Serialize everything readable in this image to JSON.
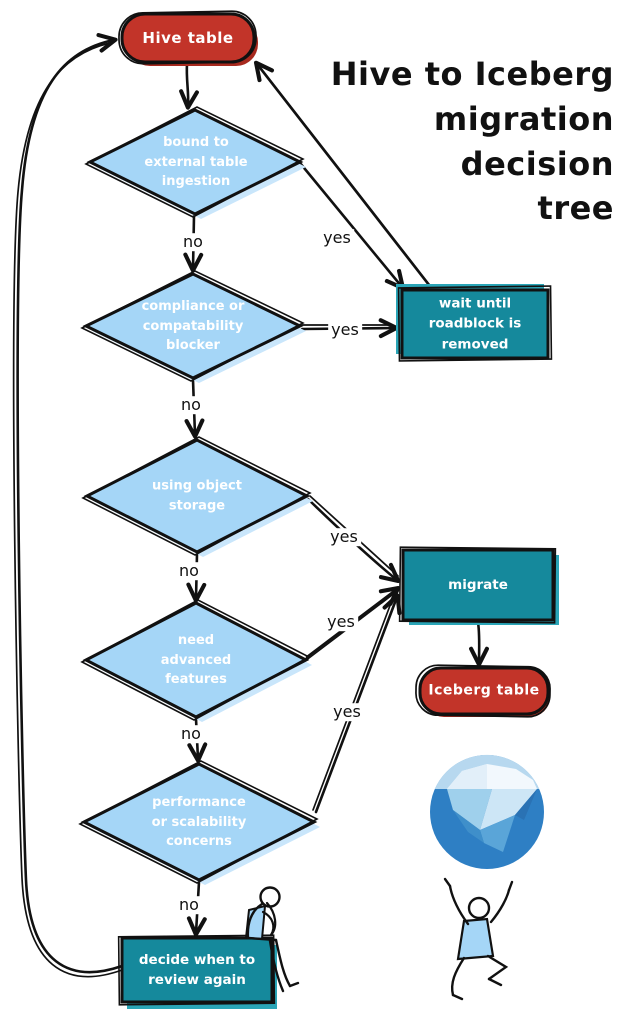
{
  "title": {
    "text": "Hive to Iceberg\nmigration\ndecision\ntree"
  },
  "nodes": {
    "hive": {
      "label": "Hive table",
      "type": "terminal"
    },
    "d1": {
      "label": "bound to external table ingestion",
      "type": "decision"
    },
    "d2": {
      "label": "compliance or compatability blocker",
      "type": "decision"
    },
    "d3": {
      "label": "using object storage",
      "type": "decision"
    },
    "d4": {
      "label": "need advanced features",
      "type": "decision"
    },
    "d5": {
      "label": "performance or scalability concerns",
      "type": "decision"
    },
    "wait": {
      "label": "wait until roadblock is removed",
      "type": "action"
    },
    "migrate": {
      "label": "migrate",
      "type": "action"
    },
    "iceberg": {
      "label": "Iceberg table",
      "type": "terminal"
    },
    "decide": {
      "label": "decide when to review again",
      "type": "action"
    }
  },
  "edges": [
    {
      "from": "hive",
      "to": "d1",
      "label": ""
    },
    {
      "from": "d1",
      "to": "d2",
      "label": "no"
    },
    {
      "from": "d1",
      "to": "wait",
      "label": "yes"
    },
    {
      "from": "d2",
      "to": "wait",
      "label": "yes"
    },
    {
      "from": "d2",
      "to": "d3",
      "label": "no"
    },
    {
      "from": "d3",
      "to": "migrate",
      "label": "yes"
    },
    {
      "from": "d3",
      "to": "d4",
      "label": "no"
    },
    {
      "from": "d4",
      "to": "migrate",
      "label": "yes"
    },
    {
      "from": "d4",
      "to": "d5",
      "label": "no"
    },
    {
      "from": "d5",
      "to": "migrate",
      "label": "yes"
    },
    {
      "from": "d5",
      "to": "decide",
      "label": "no"
    },
    {
      "from": "migrate",
      "to": "iceberg",
      "label": ""
    },
    {
      "from": "wait",
      "to": "hive",
      "label": ""
    },
    {
      "from": "decide",
      "to": "hive",
      "label": ""
    }
  ],
  "decorations": {
    "iceberg_logo": "apache-iceberg-logo",
    "thinker": "thinking-person-figure",
    "jumper": "celebrating-person-figure"
  },
  "colors": {
    "terminal_red": "#c23429",
    "terminal_red_shadow": "#a7291e",
    "decision_blue": "#a5d6f7",
    "decision_blue_shadow": "#c9e6fb",
    "action_teal": "#15899c",
    "action_teal_shadow": "#2aa5b7",
    "ink": "#111111",
    "logo_deep_blue": "#2e7fc4",
    "logo_sky_blue": "#b7d8ef"
  }
}
